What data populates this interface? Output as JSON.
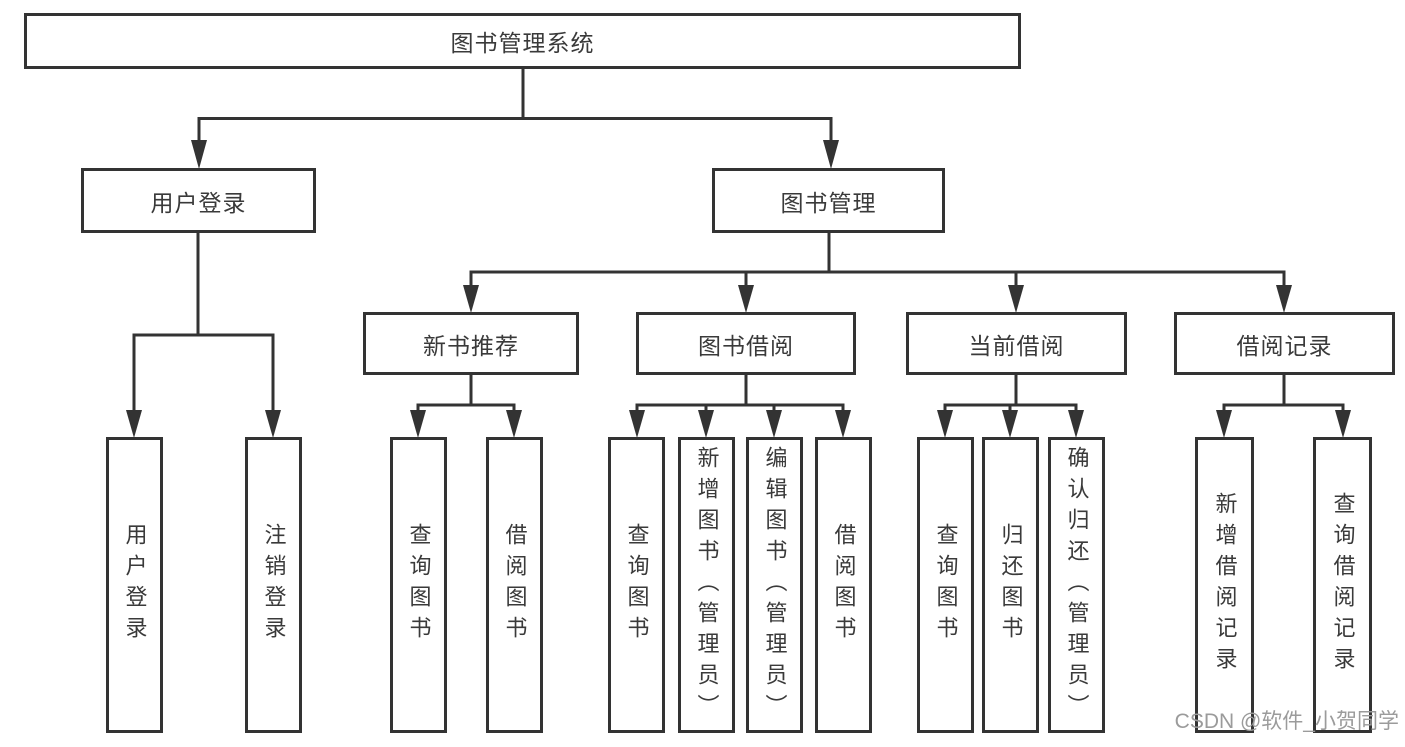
{
  "diagram": {
    "title": "图书管理系统",
    "root": {
      "label": "图书管理系统"
    },
    "level2": [
      {
        "label": "用户登录"
      },
      {
        "label": "图书管理"
      }
    ],
    "level3": [
      {
        "label": "新书推荐"
      },
      {
        "label": "图书借阅"
      },
      {
        "label": "当前借阅"
      },
      {
        "label": "借阅记录"
      }
    ],
    "leaves": [
      {
        "label": "用户登录",
        "parent": "用户登录"
      },
      {
        "label": "注销登录",
        "parent": "用户登录"
      },
      {
        "label": "查询图书",
        "parent": "新书推荐"
      },
      {
        "label": "借阅图书",
        "parent": "新书推荐"
      },
      {
        "label": "查询图书",
        "parent": "图书借阅"
      },
      {
        "label": "新增图书（管理员）",
        "parent": "图书借阅"
      },
      {
        "label": "编辑图书（管理员）",
        "parent": "图书借阅"
      },
      {
        "label": "借阅图书",
        "parent": "图书借阅"
      },
      {
        "label": "查询图书",
        "parent": "当前借阅"
      },
      {
        "label": "归还图书",
        "parent": "当前借阅"
      },
      {
        "label": "确认归还（管理员）",
        "parent": "当前借阅"
      },
      {
        "label": "新增借阅记录",
        "parent": "借阅记录"
      },
      {
        "label": "查询借阅记录",
        "parent": "借阅记录"
      }
    ],
    "watermark": "CSDN @软件_小贺同学",
    "colors": {
      "line": "#333333",
      "text": "#3a3a3a",
      "watermark": "#9b9b9b",
      "background": "#ffffff"
    }
  }
}
